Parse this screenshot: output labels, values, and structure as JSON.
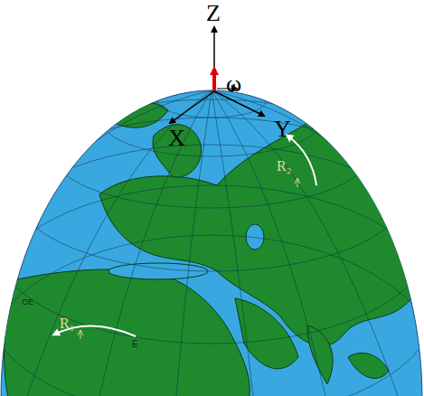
{
  "diagram": {
    "labels": [
      "Z",
      "ω",
      "X",
      "Y",
      "R₂",
      "R₁",
      "E",
      "OE"
    ]
  }
}
